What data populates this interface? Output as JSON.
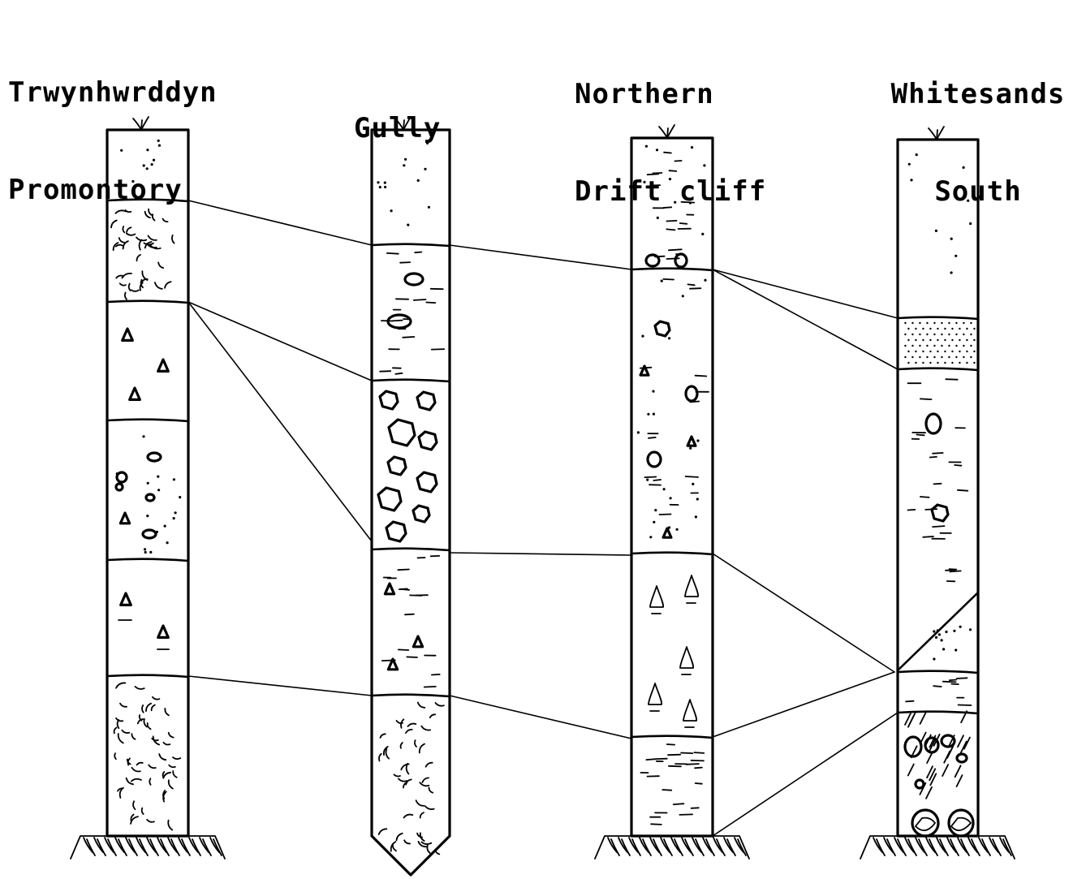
{
  "columns": [
    {
      "id": "trwynhwrddyn",
      "title_lines": [
        "Trwynhwrddyn",
        "Promontory"
      ]
    },
    {
      "id": "gully",
      "title_lines": [
        "Gully"
      ]
    },
    {
      "id": "northern",
      "title_lines": [
        "Northern",
        "Drift cliff"
      ]
    },
    {
      "id": "whitesands",
      "title_lines": [
        "Whitesands",
        "South"
      ]
    }
  ],
  "colors": {
    "ink": "#000000",
    "paper": "#ffffff"
  }
}
